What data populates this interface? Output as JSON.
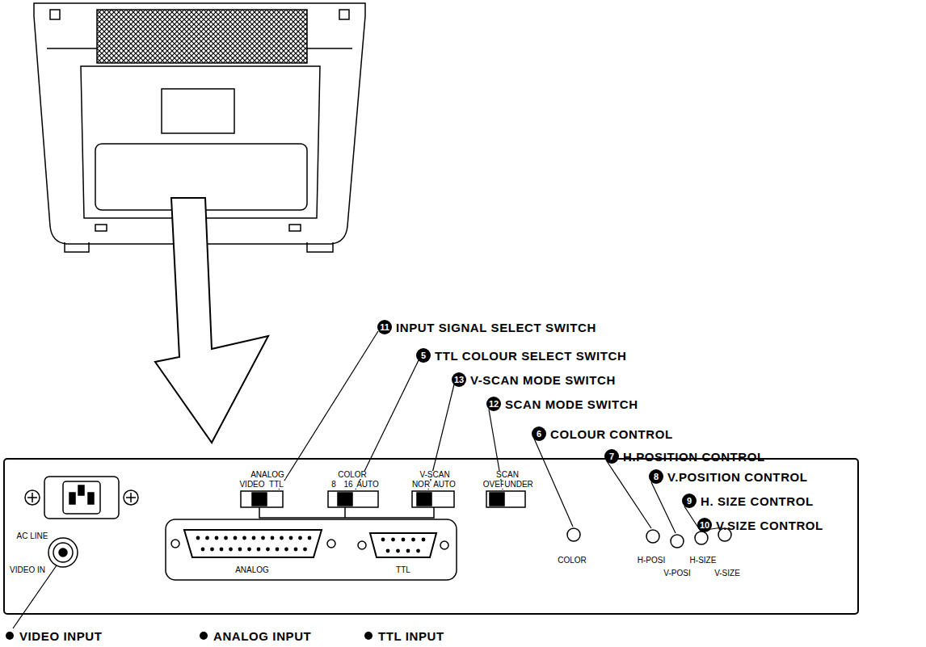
{
  "diagram": {
    "labels": [
      "11",
      "INPUT SIGNAL SELECT SWITCH",
      "5",
      "TTL COLOUR SELECT SWITCH",
      "13",
      "V-SCAN MODE SWITCH",
      "12",
      "SCAN MODE SWITCH",
      "6",
      "COLOUR CONTROL",
      "7",
      "H.POSITION CONTROL",
      "8",
      "V.POSITION CONTROL",
      "9",
      "H. SIZE CONTROL",
      "10",
      "V.SIZE CONTROL",
      "ANALOG",
      "VIDEO",
      "TTL",
      "COLOR",
      "8",
      "16",
      "AUTO",
      "V-SCAN",
      "NOR",
      "AUTO",
      "SCAN",
      "OVER",
      "UNDER",
      "AC LINE",
      "VIDEO IN",
      "ANALOG",
      "TTL",
      "COLOR",
      "H-POSI",
      "V-POSI",
      "H-SIZE",
      "V-SIZE",
      "VIDEO INPUT",
      "ANALOG INPUT",
      "TTL INPUT"
    ]
  }
}
